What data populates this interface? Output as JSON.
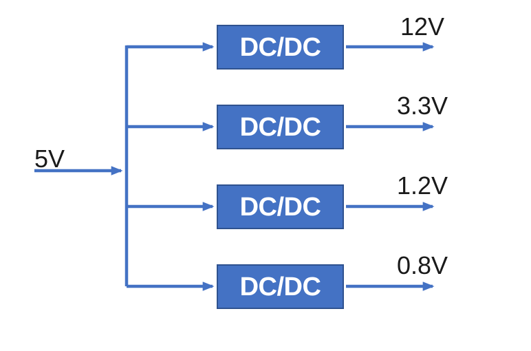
{
  "diagram": {
    "type": "power-tree-block-diagram",
    "input_label": "5V",
    "converters": [
      {
        "box_label": "DC/DC",
        "output_label": "12V"
      },
      {
        "box_label": "DC/DC",
        "output_label": "3.3V"
      },
      {
        "box_label": "DC/DC",
        "output_label": "1.2V"
      },
      {
        "box_label": "DC/DC",
        "output_label": "0.8V"
      }
    ],
    "colors": {
      "background": "#FFFFFF",
      "box_fill": "#4472C4",
      "box_border": "#2F528F",
      "box_text": "#FFFFFF",
      "connector": "#4472C4",
      "label_text": "#1A1A1A"
    }
  }
}
